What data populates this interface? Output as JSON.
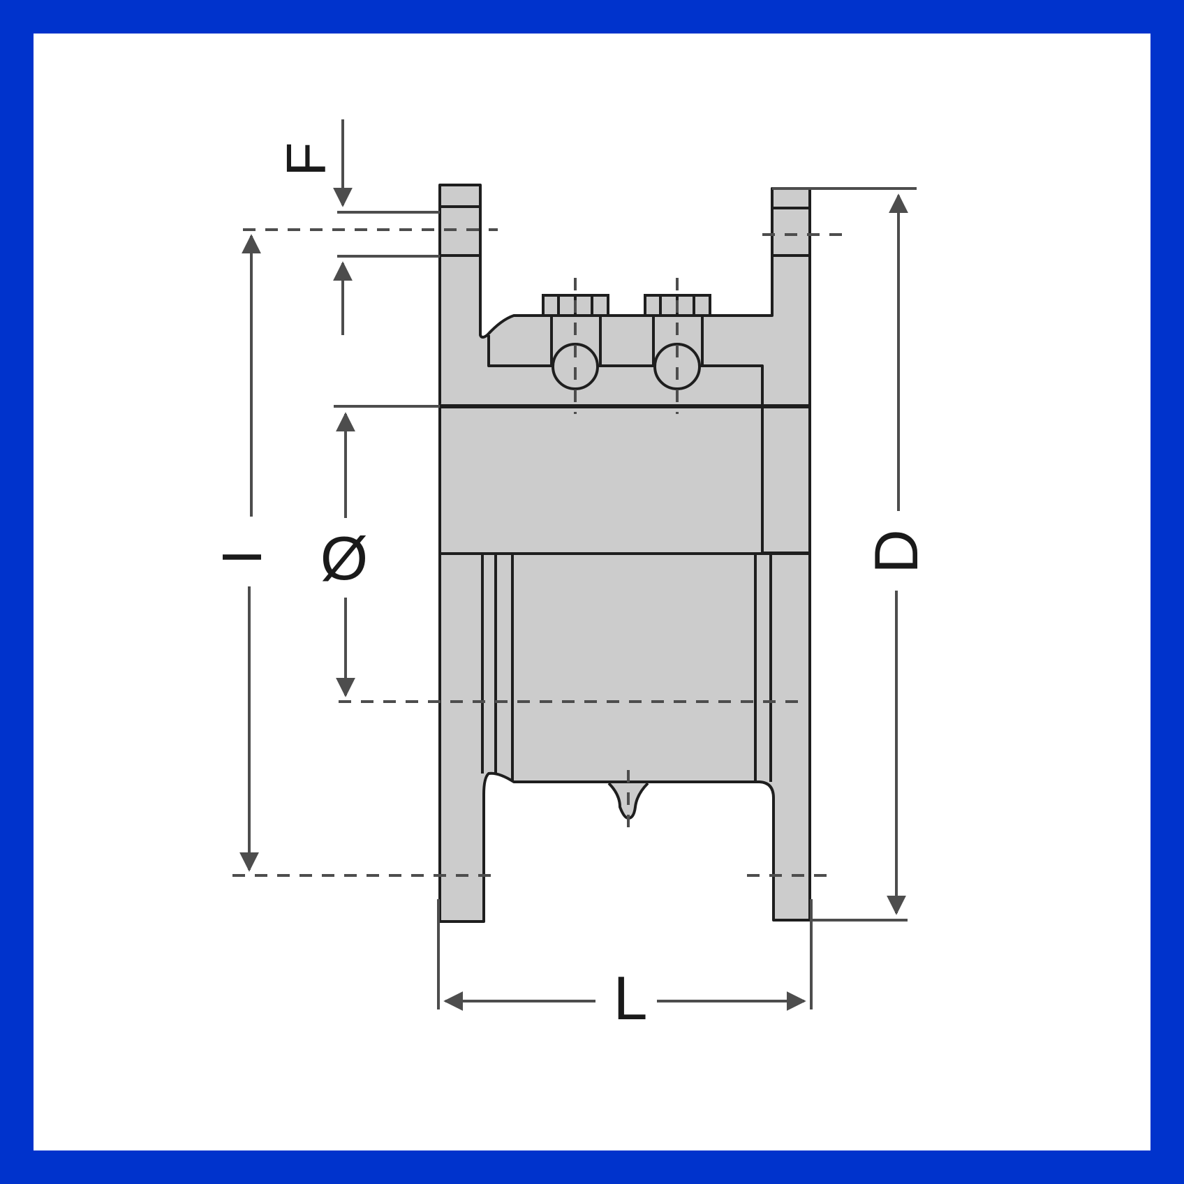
{
  "colors": {
    "border": "#0033cc",
    "background": "#ffffff",
    "body_fill": "#cccccc",
    "outline": "#1e1e1e",
    "dimension": "#4d4d4d"
  },
  "labels": {
    "F": "F",
    "I": "I",
    "diameter": "Ø",
    "D": "D",
    "L": "L"
  }
}
